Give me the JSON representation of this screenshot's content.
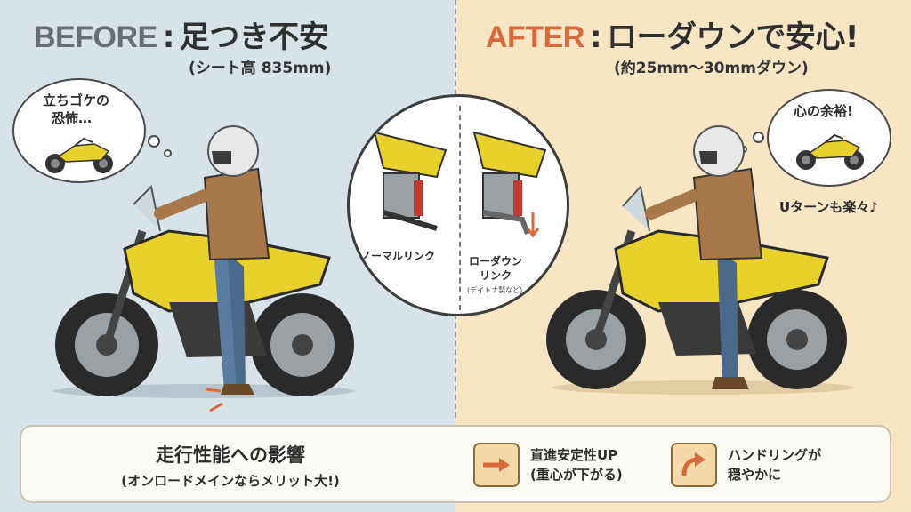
{
  "before": {
    "tag": "BEFORE",
    "separator": ":",
    "title": "足つき不安",
    "subtitle": "(シート高 835mm)",
    "thought": [
      "立ちゴケの",
      "恐怖…"
    ]
  },
  "after": {
    "tag": "AFTER",
    "separator": ":",
    "title": "ローダウンで安心!",
    "subtitle": "(約25mm〜30mmダウン)",
    "thought": "心の余裕!",
    "note": "Uターンも楽々♪"
  },
  "zoom": {
    "normal_label": "ノーマルリンク",
    "lowdown_label": [
      "ローダウン",
      "リンク"
    ],
    "lowdown_note": "(デイトナ製など)"
  },
  "bottom": {
    "title": "走行性能への影響",
    "subtitle": "(オンロードメインならメリット大!)",
    "item1": [
      "直進安定性UP",
      "(重心が下がる)"
    ],
    "item2": [
      "ハンドリングが",
      "穏やかに"
    ]
  },
  "colors": {
    "before_tag": "#6a6e72",
    "after_tag": "#d9683a",
    "bike_yellow": "#e8d12a",
    "arrow_orange": "#d9683a"
  },
  "icons": [
    "helmet-rider",
    "motorcycle",
    "arrow-right-icon",
    "arrow-curve-icon"
  ]
}
